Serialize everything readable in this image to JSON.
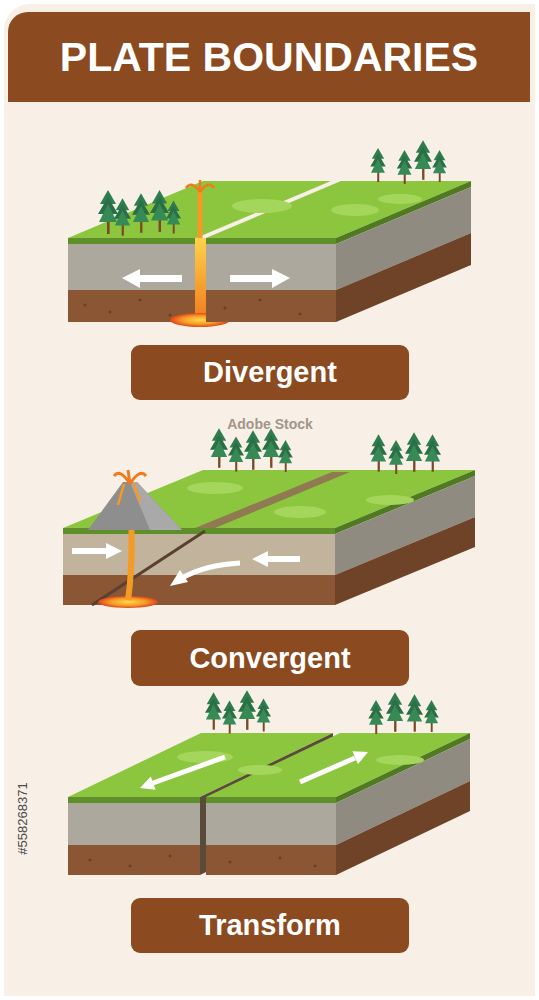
{
  "diagram": {
    "title": "PLATE BOUNDARIES",
    "nodes": [
      {
        "text": [
          "Divergent"
        ]
      },
      {
        "text": [
          "Convergent"
        ]
      },
      {
        "text": [
          "Transform"
        ]
      }
    ],
    "labels": [
      "Adobe Stock",
      "#558268371"
    ]
  }
}
